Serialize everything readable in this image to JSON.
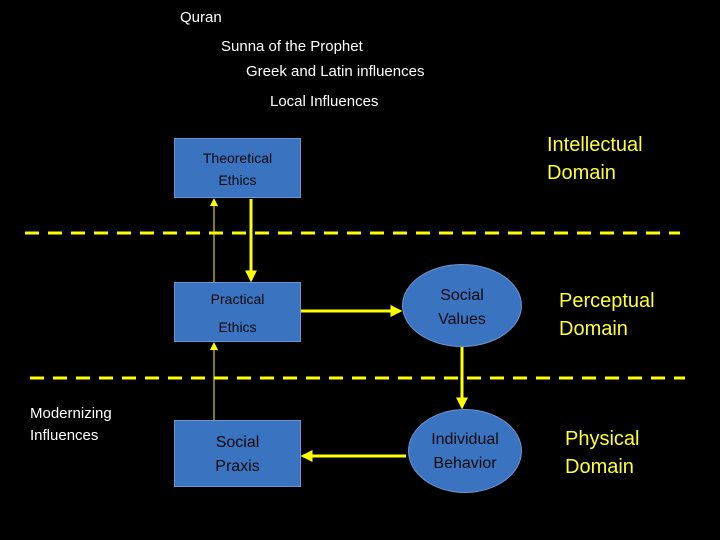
{
  "influences": {
    "quran": "Quran",
    "sunna": "Sunna of the Prophet",
    "greek_latin": "Greek and Latin influences",
    "local": "Local Influences",
    "modernizing_line1": "Modernizing",
    "modernizing_line2": "Influences"
  },
  "domains": {
    "intellectual_line1": "Intellectual",
    "intellectual_line2": "Domain",
    "perceptual_line1": "Perceptual",
    "perceptual_line2": "Domain",
    "physical_line1": "Physical",
    "physical_line2": "Domain"
  },
  "nodes": {
    "theoretical_ethics_line1": "Theoretical",
    "theoretical_ethics_line2": "Ethics",
    "practical_ethics_line1": "Practical",
    "practical_ethics_line2": "Ethics",
    "social_values_line1": "Social",
    "social_values_line2": "Values",
    "social_praxis_line1": "Social",
    "social_praxis_line2": "Praxis",
    "individual_behavior_line1": "Individual",
    "individual_behavior_line2": "Behavior"
  },
  "colors": {
    "background": "#000000",
    "box_fill": "#3a73c0",
    "domain_text": "#ffff33",
    "arrow": "#ffff00",
    "divider": "#ffff00"
  }
}
